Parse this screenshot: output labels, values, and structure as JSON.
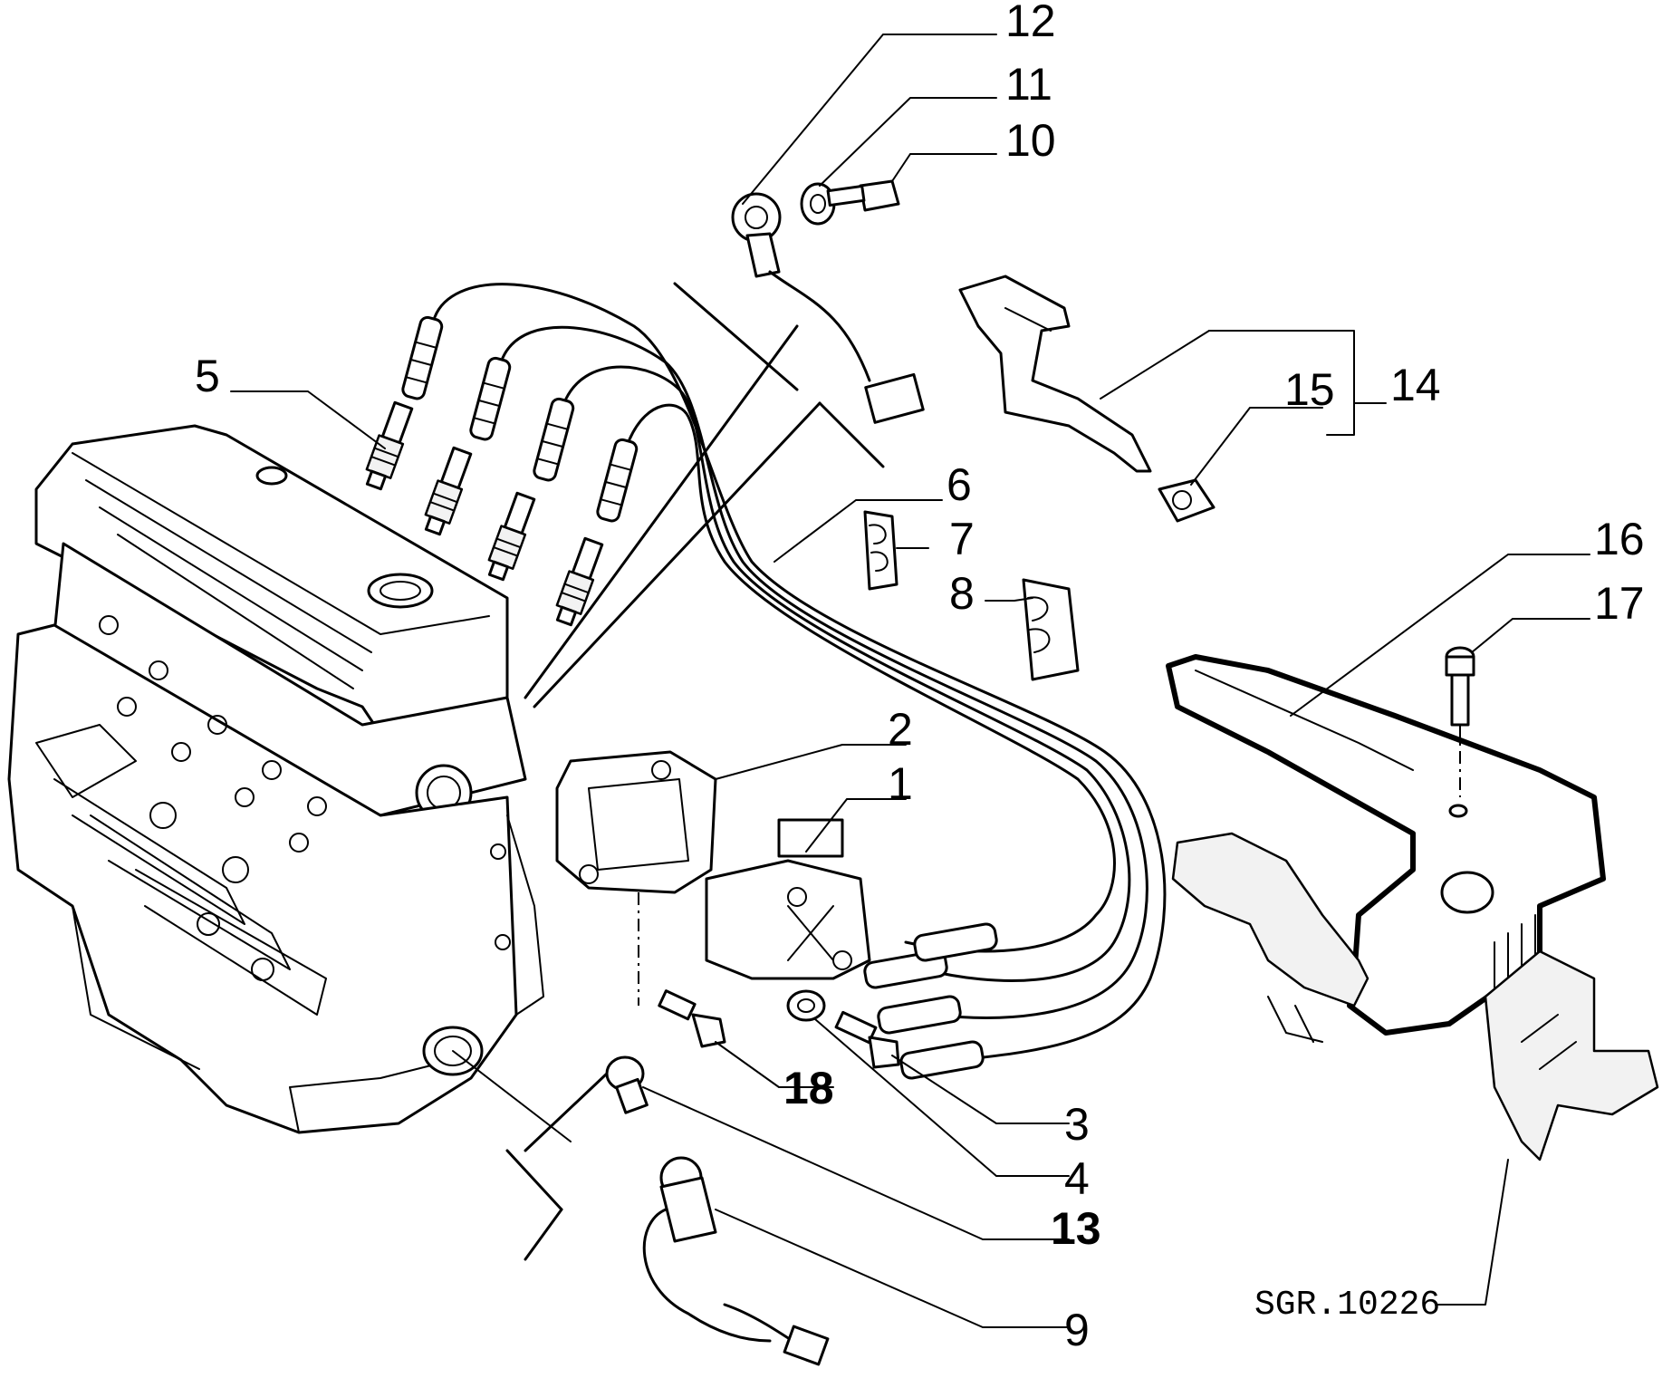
{
  "figure": {
    "reference_code": "SGR.10226",
    "callouts": [
      {
        "id": "c1",
        "label": "1"
      },
      {
        "id": "c2",
        "label": "2"
      },
      {
        "id": "c3",
        "label": "3"
      },
      {
        "id": "c4",
        "label": "4"
      },
      {
        "id": "c5",
        "label": "5"
      },
      {
        "id": "c6",
        "label": "6"
      },
      {
        "id": "c7",
        "label": "7"
      },
      {
        "id": "c8",
        "label": "8"
      },
      {
        "id": "c9",
        "label": "9"
      },
      {
        "id": "c10",
        "label": "10"
      },
      {
        "id": "c11",
        "label": "11"
      },
      {
        "id": "c12",
        "label": "12"
      },
      {
        "id": "c13",
        "label": "13"
      },
      {
        "id": "c14",
        "label": "14"
      },
      {
        "id": "c15",
        "label": "15"
      },
      {
        "id": "c16",
        "label": "16"
      },
      {
        "id": "c17",
        "label": "17"
      },
      {
        "id": "c18",
        "label": "18"
      }
    ]
  }
}
